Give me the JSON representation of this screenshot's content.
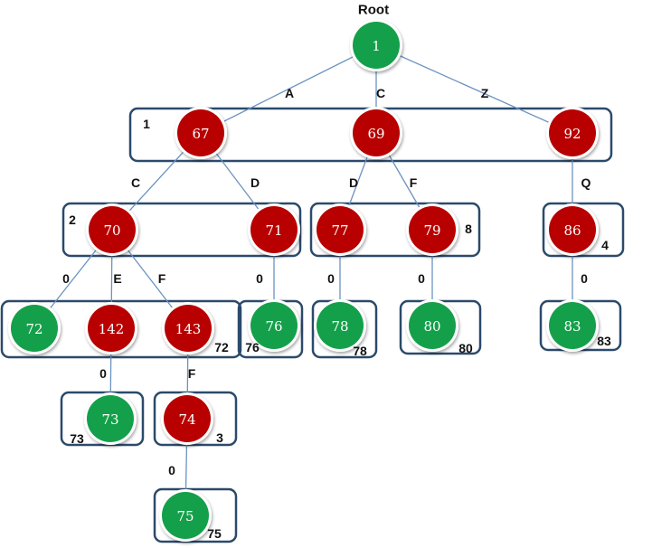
{
  "colors": {
    "green": "#14a04a",
    "red": "#b80000",
    "box": "#2b4a6b",
    "edge": "#6b93c0"
  },
  "root_label": "Root",
  "nodes": [
    {
      "id": "1",
      "color": "green"
    },
    {
      "id": "67",
      "color": "red"
    },
    {
      "id": "69",
      "color": "red"
    },
    {
      "id": "92",
      "color": "red"
    },
    {
      "id": "70",
      "color": "red"
    },
    {
      "id": "71",
      "color": "red"
    },
    {
      "id": "77",
      "color": "red"
    },
    {
      "id": "79",
      "color": "red"
    },
    {
      "id": "86",
      "color": "red"
    },
    {
      "id": "72",
      "color": "green"
    },
    {
      "id": "142",
      "color": "red"
    },
    {
      "id": "143",
      "color": "red"
    },
    {
      "id": "76",
      "color": "green"
    },
    {
      "id": "78",
      "color": "green"
    },
    {
      "id": "80",
      "color": "green"
    },
    {
      "id": "83",
      "color": "green"
    },
    {
      "id": "73",
      "color": "green"
    },
    {
      "id": "74",
      "color": "red"
    },
    {
      "id": "75",
      "color": "green"
    }
  ],
  "edges": [
    {
      "from": "1",
      "to": "67",
      "label": "A"
    },
    {
      "from": "1",
      "to": "69",
      "label": "C"
    },
    {
      "from": "1",
      "to": "92",
      "label": "Z"
    },
    {
      "from": "67",
      "to": "70",
      "label": "C"
    },
    {
      "from": "67",
      "to": "71",
      "label": "D"
    },
    {
      "from": "69",
      "to": "77",
      "label": "D"
    },
    {
      "from": "69",
      "to": "79",
      "label": "F"
    },
    {
      "from": "92",
      "to": "86",
      "label": "Q"
    },
    {
      "from": "70",
      "to": "72",
      "label": "0"
    },
    {
      "from": "70",
      "to": "142",
      "label": "E"
    },
    {
      "from": "70",
      "to": "143",
      "label": "F"
    },
    {
      "from": "71",
      "to": "76",
      "label": "0"
    },
    {
      "from": "77",
      "to": "78",
      "label": "0"
    },
    {
      "from": "79",
      "to": "80",
      "label": "0"
    },
    {
      "from": "86",
      "to": "83",
      "label": "0"
    },
    {
      "from": "142",
      "to": "73",
      "label": "0"
    },
    {
      "from": "143",
      "to": "74",
      "label": "F"
    },
    {
      "from": "74",
      "to": "75",
      "label": "0"
    }
  ],
  "groups": [
    {
      "members": [
        "67",
        "69",
        "92"
      ],
      "label": "1"
    },
    {
      "members": [
        "70",
        "71"
      ],
      "label": "2"
    },
    {
      "members": [
        "77",
        "79"
      ],
      "label": "8"
    },
    {
      "members": [
        "86"
      ],
      "label": "4"
    },
    {
      "members": [
        "72",
        "142",
        "143"
      ],
      "label": "72"
    },
    {
      "members": [
        "76"
      ],
      "label": "76"
    },
    {
      "members": [
        "78"
      ],
      "label": "78"
    },
    {
      "members": [
        "80"
      ],
      "label": "80"
    },
    {
      "members": [
        "83"
      ],
      "label": "83"
    },
    {
      "members": [
        "73"
      ],
      "label": "73"
    },
    {
      "members": [
        "74"
      ],
      "label": "3"
    },
    {
      "members": [
        "75"
      ],
      "label": "75"
    }
  ]
}
